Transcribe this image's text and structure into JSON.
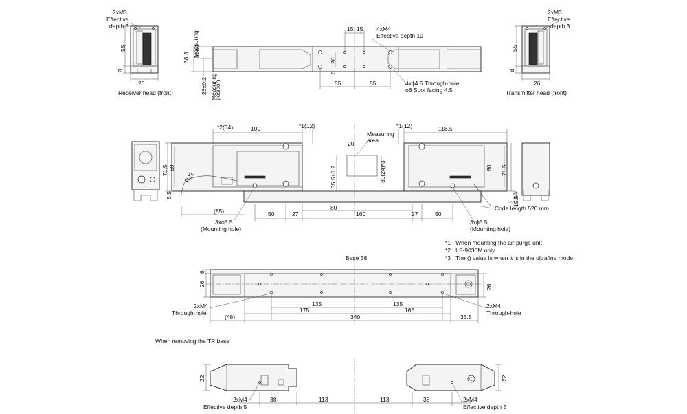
{
  "labels": {
    "rx_2xm3": "2xM3",
    "rx_eff": "Effective",
    "rx_depth": "depth 3",
    "rx_55": "55",
    "rx_8": "8",
    "rx_26": "26",
    "rx_caption": "Receiver head (front)",
    "tx_2xm3": "2xM3",
    "tx_eff": "Effective",
    "tx_depth": "depth 3",
    "tx_55": "55",
    "tx_8": "8",
    "tx_26": "26",
    "tx_caption": "Transmitter head (front)",
    "top_15a": "15",
    "top_15b": "15",
    "top_4xm4": "4xM4",
    "top_eff10": "Effective depth 10",
    "top_38_3": "38.3",
    "top_meas_head_1": "Measuring",
    "top_meas_head_2": "head",
    "top_26pm": "26±0.2",
    "top_meas_pos_1": "Measuring",
    "top_meas_pos_2": "position",
    "top_6": "6",
    "top_26": "26",
    "top_55a": "55",
    "top_55b": "55",
    "top_thru": "4xϕ4.5 Through-hole",
    "top_spot": "ϕ8 Spot facing 4.5",
    "mid_2_34": "*2(34)",
    "mid_109": "109",
    "mid_1_12a": "*1(12)",
    "mid_1_12b": "*1(12)",
    "mid_118_5": "118.5",
    "mid_meas_1": "Measuring",
    "mid_meas_2": "area",
    "mid_20": "20",
    "mid_35_5": "35.5±0.2",
    "mid_30_24": "30(24)*3",
    "mid_71_5a": "71.5",
    "mid_60a": "60",
    "mid_5_5a": "5.5",
    "mid_r22": "R22",
    "mid_60b": "60",
    "mid_71_5b": "71.5",
    "mid_5_5b": "5.5",
    "mid_19_5": "19.5",
    "mid_code": "Code length 520 mm",
    "mid_85": "(85)",
    "mid_80": "80",
    "mid_50a": "50",
    "mid_27a": "27",
    "mid_160": "160",
    "mid_27b": "27",
    "mid_50b": "50",
    "mid_3x_a": "3xϕ5.5",
    "mid_mount_a": "(Mounting hole)",
    "mid_3x_b": "3xϕ5.5",
    "mid_mount_b": "(Mounting hole)",
    "note_1": "*1 : When mounting the air purge unit",
    "note_2": "*2 : LS-9030M only",
    "note_3": "*3 : The () value is when it is in the ultrafine mode",
    "base_title": "Base 38",
    "base_6": "6",
    "base_26a": "26",
    "base_26b": "26",
    "base_2xm4_a": "2xM4",
    "base_thru_a": "Through-hole",
    "base_2xm4_b": "2xM4",
    "base_thru_b": "Through-hole",
    "base_135a": "135",
    "base_135b": "135",
    "base_175": "175",
    "base_165": "165",
    "base_48": "(48)",
    "base_340": "340",
    "base_33_5": "33.5",
    "remove_title": "When removing the TR base",
    "rem_22a": "22",
    "rem_22b": "22",
    "rem_2xm4_a": "2xM4",
    "rem_eff_a": "Effective depth 5",
    "rem_2xm4_b": "2xM4",
    "rem_eff_b": "Effective depth 5",
    "rem_38a": "38",
    "rem_113a": "113",
    "rem_113b": "113",
    "rem_38b": "38"
  }
}
